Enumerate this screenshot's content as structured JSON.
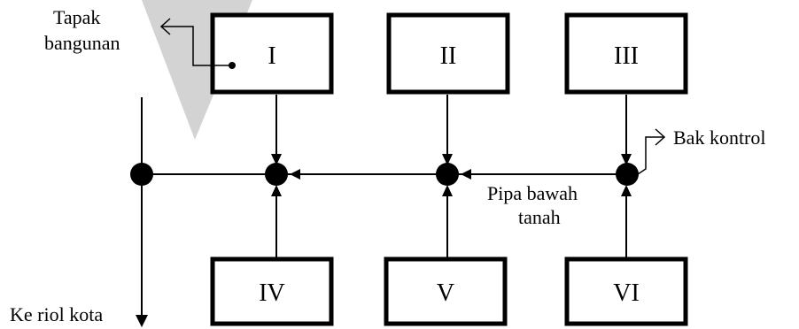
{
  "labels": {
    "tapak": "Tapak",
    "bangunan": "bangunan",
    "bak_kontrol": "Bak kontrol",
    "pipa_line1": "Pipa bawah",
    "pipa_line2": "tanah",
    "ke_riol_kota": "Ke riol kota"
  },
  "buildings": {
    "top": [
      "I",
      "II",
      "III"
    ],
    "bottom": [
      "IV",
      "V",
      "VI"
    ]
  },
  "colors": {
    "line": "#000000",
    "watermark": "#d3d3d3"
  }
}
